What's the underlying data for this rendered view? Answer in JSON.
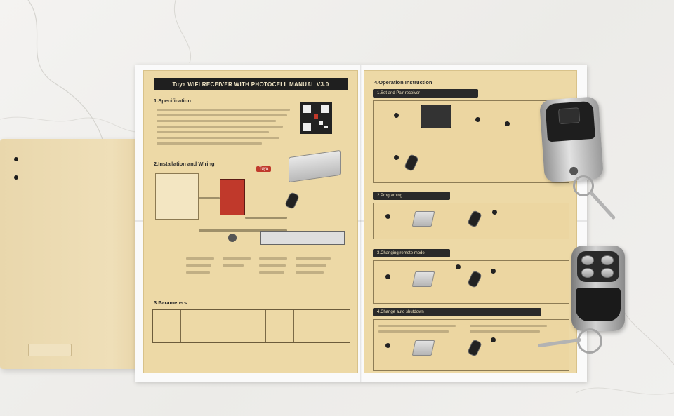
{
  "manual": {
    "title": "Tuya WiFi RECEIVER WITH PHOTOCELL MANUAL V3.0",
    "left_sections": [
      "1.Specification",
      "2.Installation and Wiring",
      "3.Parameters"
    ],
    "right_section": "4.Operation Instruction",
    "right_bars": [
      "1.Set and Pair receiver",
      "2.Programing",
      "3.Changing remote mode",
      "4.Change auto shutdown"
    ],
    "brand_tag": "Tuya"
  },
  "colors": {
    "paper": "#edd9a6",
    "box": "#efdfb8",
    "remote_metal": "#c9c9c9",
    "remote_face": "#1e1e1e"
  },
  "icons": [
    "qr-code-icon",
    "receiver-device-icon",
    "remote-control-icon",
    "keyring-icon"
  ]
}
